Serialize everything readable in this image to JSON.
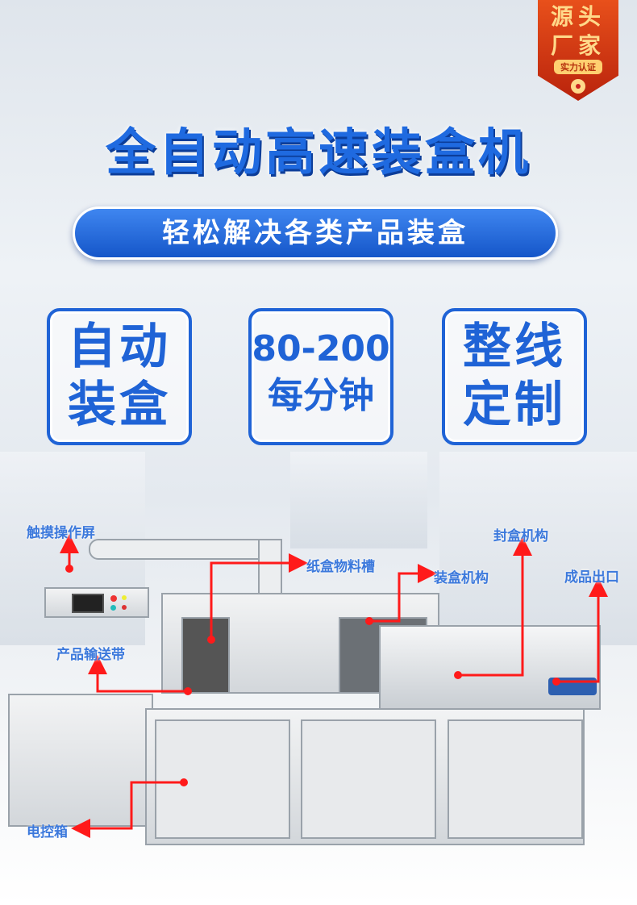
{
  "badge": {
    "line1": "源头",
    "line2": "厂家",
    "ribbon": "实力认证"
  },
  "title": "全自动高速装盒机",
  "subtitle": "轻松解决各类产品装盒",
  "features": [
    {
      "line1": "自动",
      "line2": "装盒"
    },
    {
      "line1": "80-200",
      "line2": "每分钟"
    },
    {
      "line1": "整线",
      "line2": "定制"
    }
  ],
  "callouts": {
    "touch_screen": "触摸操作屏",
    "carton_hopper": "纸盒物料槽",
    "boxing_mechanism": "装盒机构",
    "sealing_mechanism": "封盒机构",
    "product_outlet": "成品出口",
    "product_conveyor": "产品输送带",
    "control_cabinet": "电控箱"
  },
  "colors": {
    "accent": "#1f63d6",
    "callout_line": "#ff1a1a",
    "badge": "#d63a14"
  }
}
